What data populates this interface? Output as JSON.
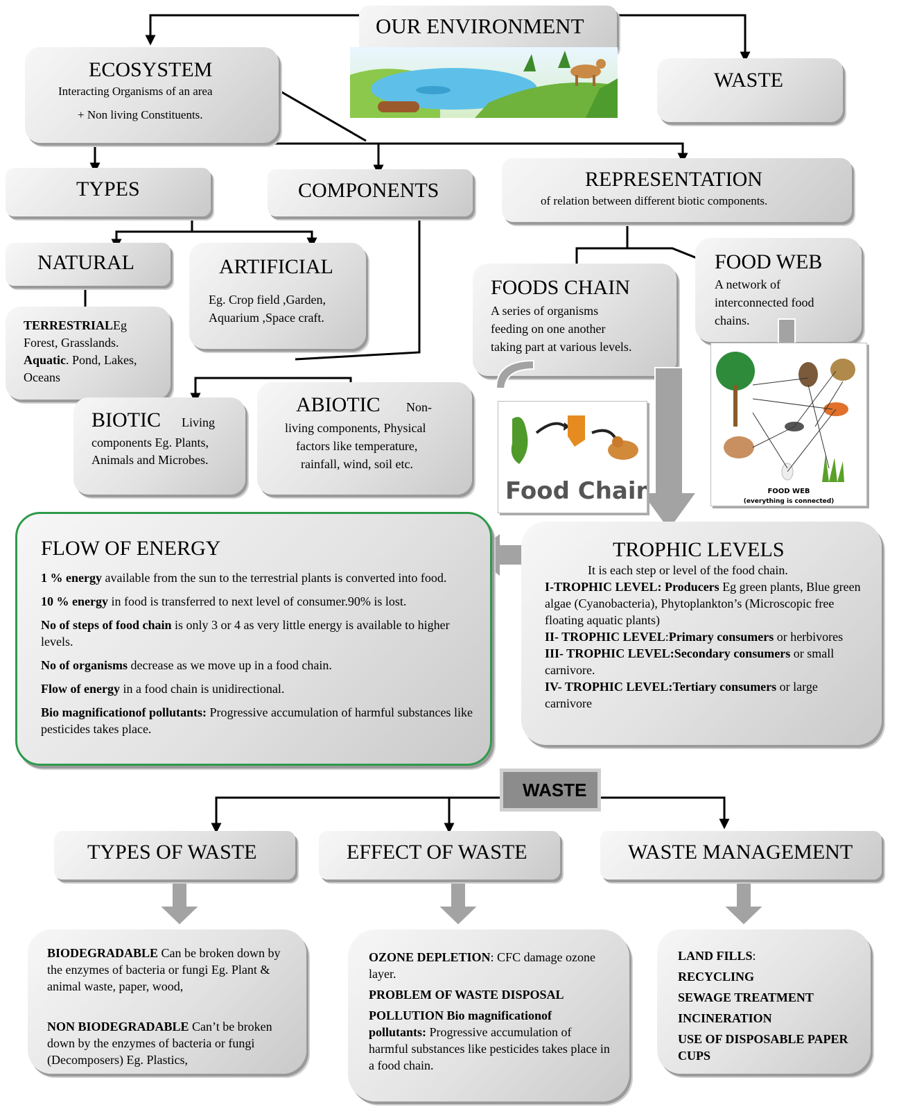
{
  "title": "OUR ENVIRONMENT",
  "waste_top": "WASTE",
  "ecosystem": {
    "title": "ECOSYSTEM",
    "line1": "Interacting Organisms of an area",
    "line2": "+ Non living Constituents."
  },
  "types": "TYPES",
  "components": "COMPONENTS",
  "representation": {
    "title": "REPRESENTATION",
    "sub": "of relation between different biotic components."
  },
  "natural": "NATURAL",
  "artificial": {
    "title": "ARTIFICIAL",
    "line1": "Eg. Crop field ,Garden,",
    "line2": "Aquarium ,Space craft."
  },
  "terrestrial": {
    "b1": "TERRESTRIAL",
    "t1": "Eg",
    "t2": "Forest, Grasslands.",
    "b2": "Aquatic",
    "t3": ". Pond, Lakes,",
    "t4": "Oceans"
  },
  "biotic": {
    "title": "BIOTIC",
    "t1": "Living",
    "t2": "components Eg. Plants,",
    "t3": "Animals and Microbes."
  },
  "abiotic": {
    "title": "ABIOTIC",
    "t1": "Non-",
    "t2": "living components, Physical",
    "t3": "factors like temperature,",
    "t4": "rainfall, wind, soil etc."
  },
  "food_chain": {
    "title": "FOODS CHAIN",
    "l1": "A series of organisms",
    "l2": "feeding on one another",
    "l3": "taking part at various levels.",
    "image_caption": "Food Chain"
  },
  "food_web": {
    "title": "FOOD WEB",
    "l1": "A network of",
    "l2": "interconnected food",
    "l3": "chains.",
    "image_caption": "FOOD WEB",
    "image_sub": "(everything is connected)"
  },
  "flow": {
    "title": "FLOW OF ENERGY",
    "items": [
      {
        "b": "1 % energy",
        "t": " available from the sun to the terrestrial plants is converted into food."
      },
      {
        "b": "10 % energy",
        "t": " in food is transferred to next level of consumer.90%  is lost."
      },
      {
        "b": "No of steps of food chain",
        "t": " is only 3 or 4 as very little energy is available to higher levels."
      },
      {
        "b": "No of organisms",
        "t": " decrease as we move up in a food chain."
      },
      {
        "b": "Flow of energy",
        "t": " in a food chain is unidirectional."
      },
      {
        "b": "Bio magnificationof pollutants:",
        "t": " Progressive accumulation of harmful substances like pesticides takes place."
      }
    ]
  },
  "trophic": {
    "title": "TROPHIC LEVELS",
    "intro": "It is each step or level of the food chain.",
    "l1b": "I-TROPHIC LEVEL: Producers",
    "l1t": " Eg green plants, Blue green algae (Cyanobacteria), Phytoplankton’s (Microscopic free floating aquatic plants)",
    "l2b": "II- TROPHIC LEVEL",
    "l2c": ":",
    "l2d": "Primary consumers",
    "l2t": " or herbivores",
    "l3b": "III- TROPHIC LEVEL:Secondary consumers",
    "l3t": " or small carnivore.",
    "l4b": "IV- TROPHIC LEVEL:Tertiary consumers",
    "l4t": " or large carnivore"
  },
  "waste_mid": "WASTE",
  "types_of_waste": "TYPES OF WASTE",
  "effect_of_waste": "EFFECT OF WASTE",
  "waste_management": "WASTE MANAGEMENT",
  "types_box": {
    "b1": "BIODEGRADABLE",
    "t1": " Can be broken down by the enzymes of bacteria or fungi Eg. Plant & animal waste, paper, wood,",
    "b2": "NON BIODEGRADABLE",
    "t2": " Can’t be broken down by the enzymes of bacteria or fungi (Decomposers) Eg. Plastics,"
  },
  "effect_box": {
    "b1": "OZONE DEPLETION",
    "t1": ": CFC damage ozone layer.",
    "b2": "PROBLEM OF WASTE DISPOSAL",
    "b3": "POLLUTION Bio magnificationof pollutants:",
    "t3": " Progressive accumulation of harmful substances like pesticides takes place in a food chain."
  },
  "mgmt_box": {
    "b1": "LAND FILLS",
    "t1": ":",
    "b2": "RECYCLING",
    "b3": "SEWAGE TREATMENT",
    "b4": "INCINERATION",
    "b5": "USE OF DISPOSABLE PAPER CUPS"
  },
  "colors": {
    "box_light": "#f7f7f7",
    "box_dark": "#c9c9c9",
    "flow_border": "#2e9a4a",
    "arrow_gray": "#a0a0a0",
    "waste_label_bg": "#8c8c8c"
  }
}
